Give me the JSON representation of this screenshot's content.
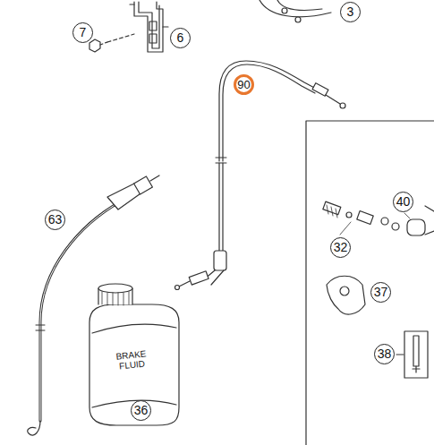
{
  "diagram": {
    "labels": [
      "3",
      "7",
      "6",
      "90",
      "63",
      "40",
      "32",
      "37",
      "38",
      "BRAKE FLUID",
      "36"
    ]
  }
}
